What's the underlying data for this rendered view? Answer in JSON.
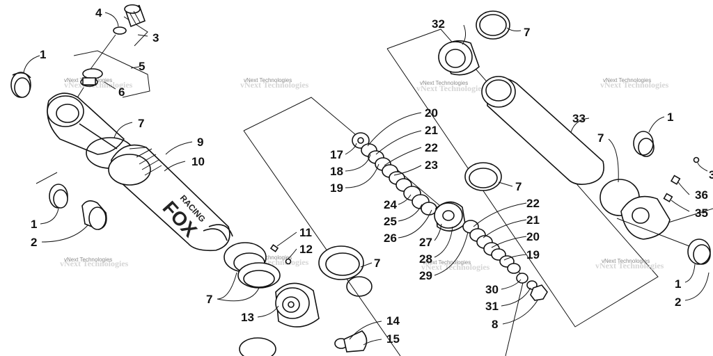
{
  "watermark": "vNext Technologies",
  "brand_text": "FOX",
  "brand_subtext": "RACING",
  "callouts": [
    "1",
    "2",
    "3",
    "4",
    "5",
    "6",
    "7",
    "8",
    "9",
    "10",
    "11",
    "12",
    "13",
    "14",
    "15",
    "17",
    "18",
    "19",
    "20",
    "21",
    "22",
    "23",
    "24",
    "25",
    "26",
    "27",
    "28",
    "29",
    "30",
    "31",
    "32",
    "33",
    "35",
    "36"
  ]
}
